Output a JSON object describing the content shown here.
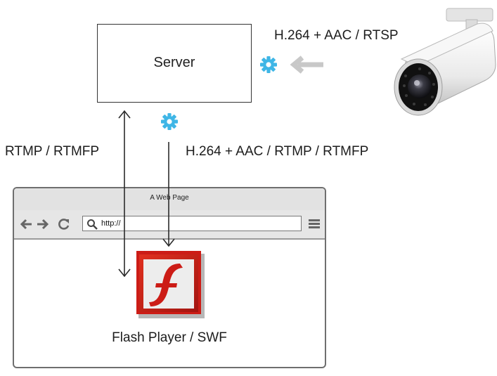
{
  "server": {
    "label": "Server"
  },
  "camera_protocol": "H.264 + AAC / RTSP",
  "left_protocol": "RTMP / RTMFP",
  "right_protocol": "H.264 + AAC / RTMP / RTMFP",
  "browser": {
    "title": "A Web Page",
    "url": "http://"
  },
  "flash": {
    "caption": "Flash Player / SWF"
  },
  "colors": {
    "gear": "#3fb6e6",
    "gray_arrow": "#c8c8c8",
    "flash_red": "#cc1c16"
  }
}
